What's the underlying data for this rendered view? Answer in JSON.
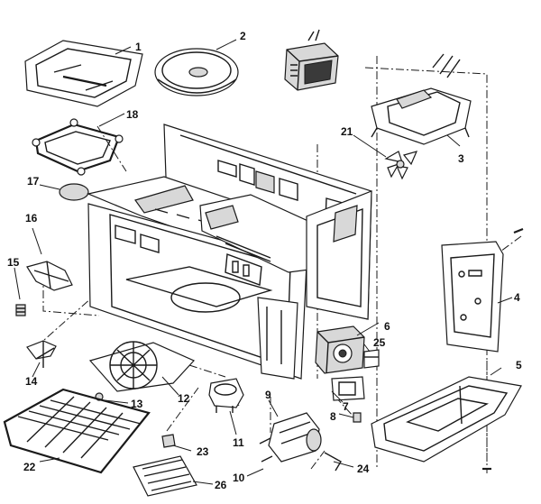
{
  "callouts": [
    {
      "id": "p1",
      "label": "1"
    },
    {
      "id": "p2",
      "label": "2"
    },
    {
      "id": "p3",
      "label": "3"
    },
    {
      "id": "p4",
      "label": "4"
    },
    {
      "id": "p5",
      "label": "5"
    },
    {
      "id": "p6",
      "label": "6"
    },
    {
      "id": "p7",
      "label": "7"
    },
    {
      "id": "p8",
      "label": "8"
    },
    {
      "id": "p9",
      "label": "9"
    },
    {
      "id": "p10",
      "label": "10"
    },
    {
      "id": "p11",
      "label": "11"
    },
    {
      "id": "p12",
      "label": "12"
    },
    {
      "id": "p13",
      "label": "13"
    },
    {
      "id": "p14",
      "label": "14"
    },
    {
      "id": "p15",
      "label": "15"
    },
    {
      "id": "p16",
      "label": "16"
    },
    {
      "id": "p17",
      "label": "17"
    },
    {
      "id": "p18",
      "label": "18"
    },
    {
      "id": "p21",
      "label": "21"
    },
    {
      "id": "p22",
      "label": "22"
    },
    {
      "id": "p23",
      "label": "23"
    },
    {
      "id": "p24",
      "label": "24"
    },
    {
      "id": "p25",
      "label": "25"
    },
    {
      "id": "p26",
      "label": "26"
    }
  ]
}
